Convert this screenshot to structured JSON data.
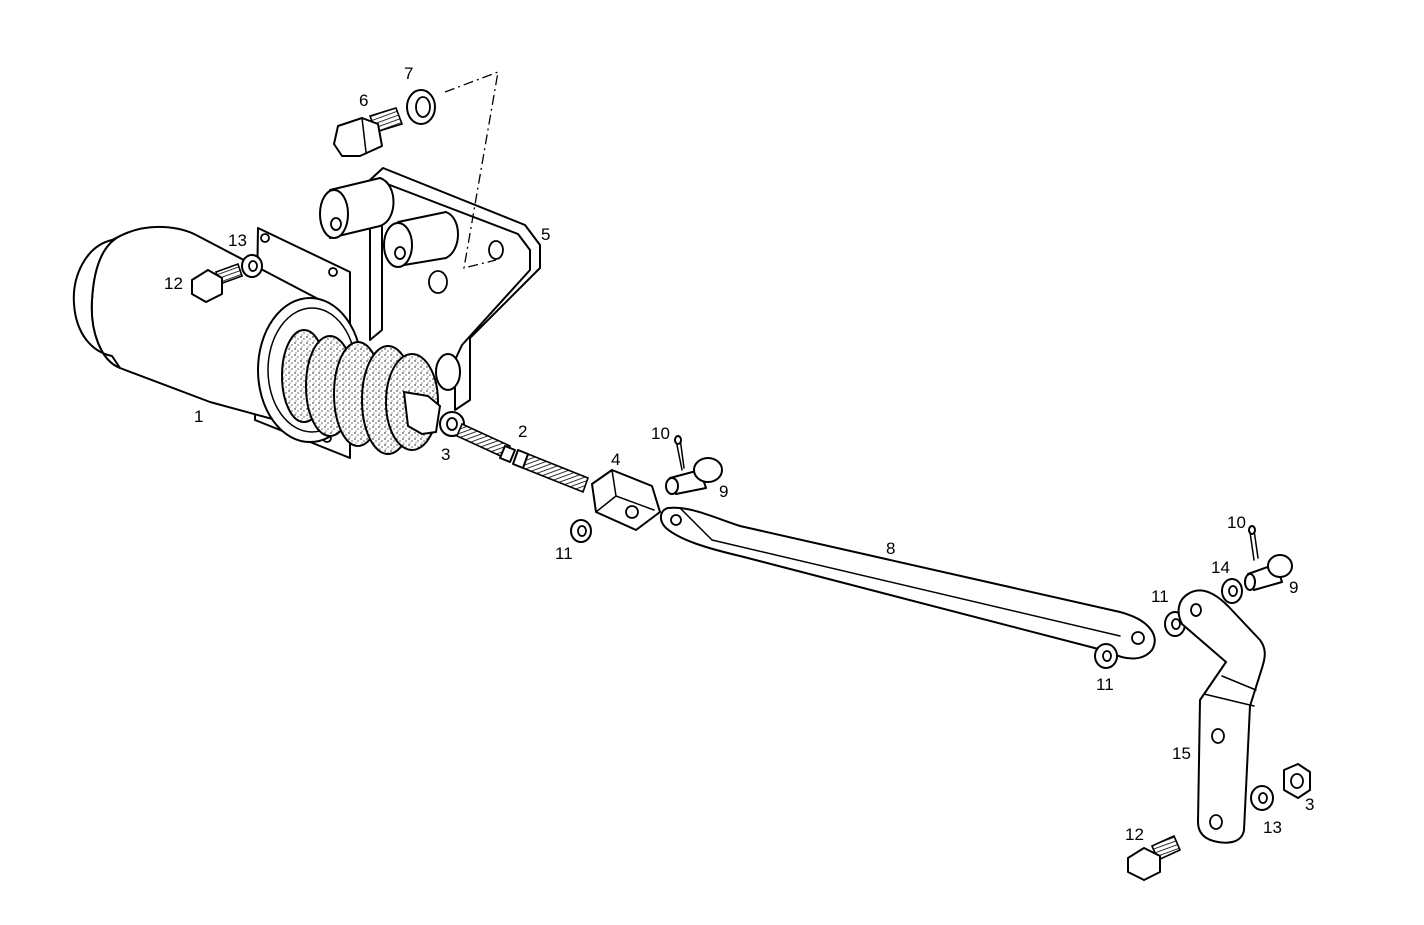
{
  "diagram": {
    "callouts": {
      "p1": "1",
      "p2": "2",
      "p3a": "3",
      "p3b": "3",
      "p4": "4",
      "p5": "5",
      "p6": "6",
      "p7": "7",
      "p8": "8",
      "p9a": "9",
      "p9b": "9",
      "p10a": "10",
      "p10b": "10",
      "p11a": "11",
      "p11b": "11",
      "p11c": "11",
      "p12a": "12",
      "p12b": "12",
      "p13a": "13",
      "p13b": "13",
      "p14": "14",
      "p15": "15"
    }
  }
}
